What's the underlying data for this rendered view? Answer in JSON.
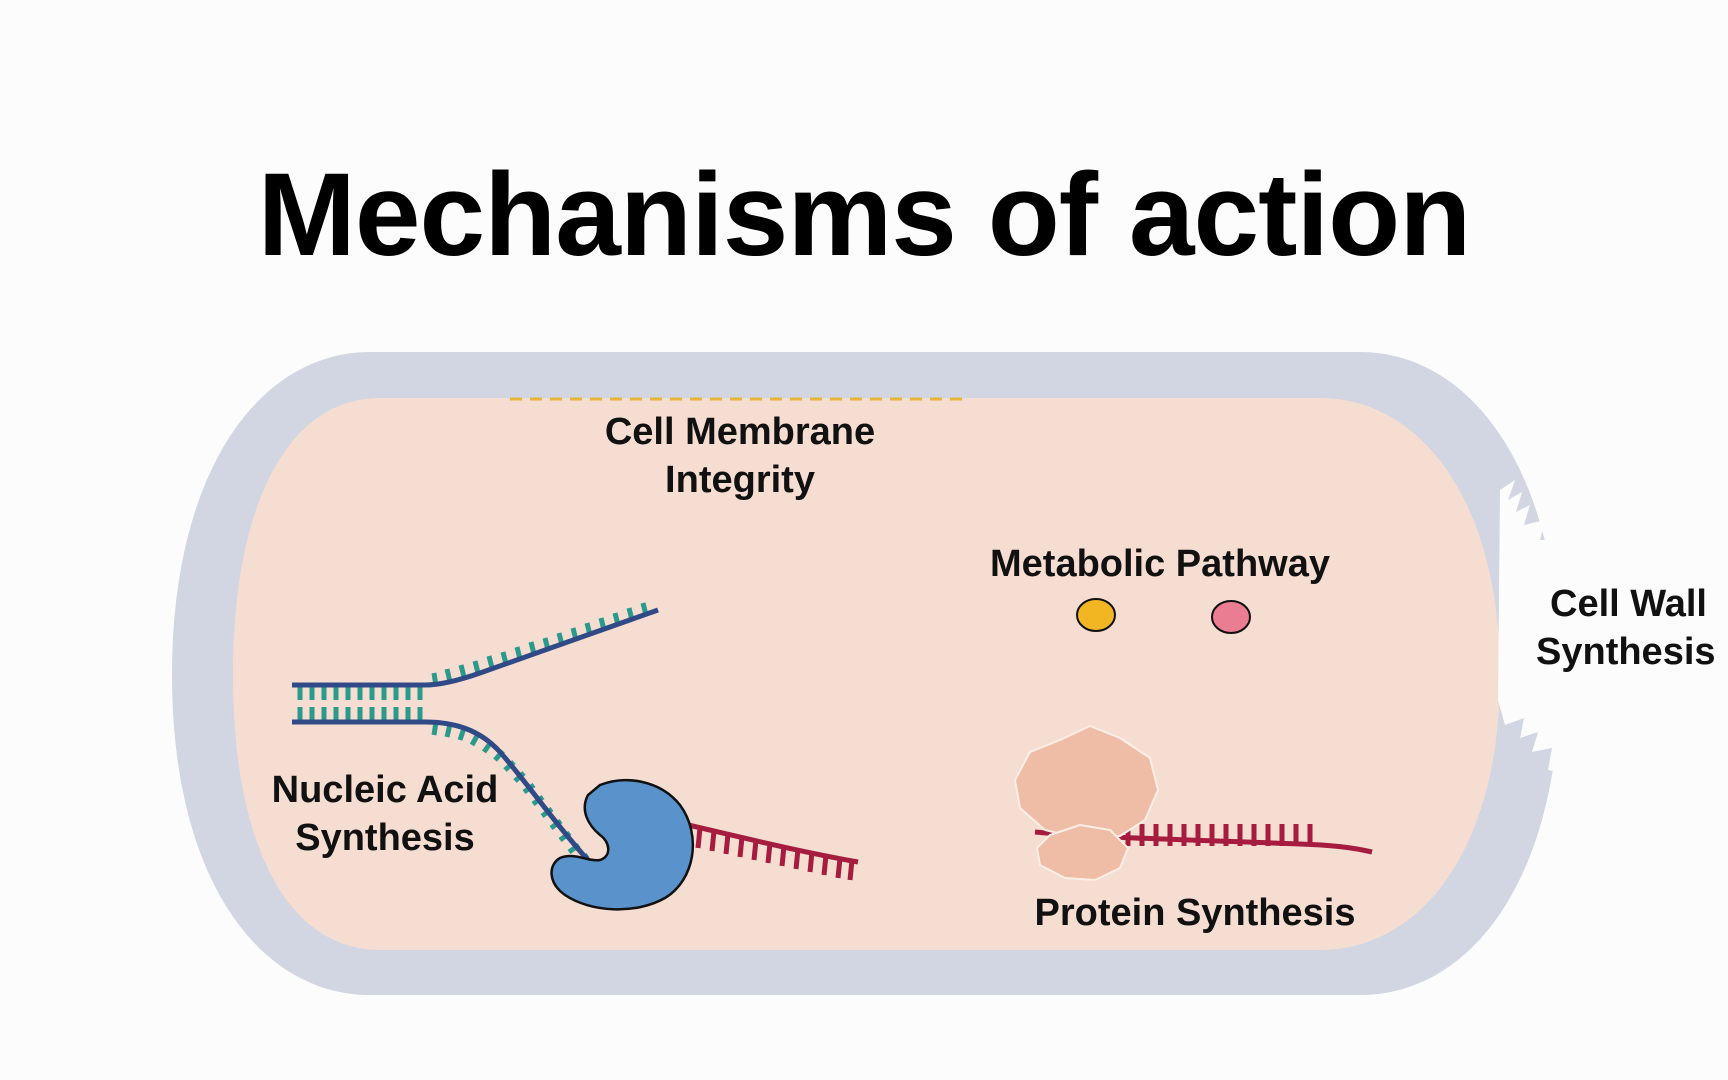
{
  "title": "Mechanisms of action",
  "labels": {
    "cell_membrane": [
      "Cell Membrane",
      "Integrity"
    ],
    "metabolic_pathway": "Metabolic Pathway",
    "cell_wall": [
      "Cell Wall",
      "Synthesis"
    ],
    "nucleic_acid": [
      "Nucleic Acid",
      "Synthesis"
    ],
    "protein_synthesis": "Protein Synthesis"
  },
  "colors": {
    "cell_wall": "#d1d6e2",
    "cytoplasm": "#f6ddd1",
    "membrane_dash": "#e8b43a",
    "dna_backbone": "#2f4a86",
    "dna_rungs": "#2a9a8c",
    "rna": "#a51c3f",
    "polymerase": "#5a93cc",
    "ribosome": "#efbda6",
    "metabolite_yellow": "#f2b622",
    "metabolite_pink": "#ea7d92"
  }
}
